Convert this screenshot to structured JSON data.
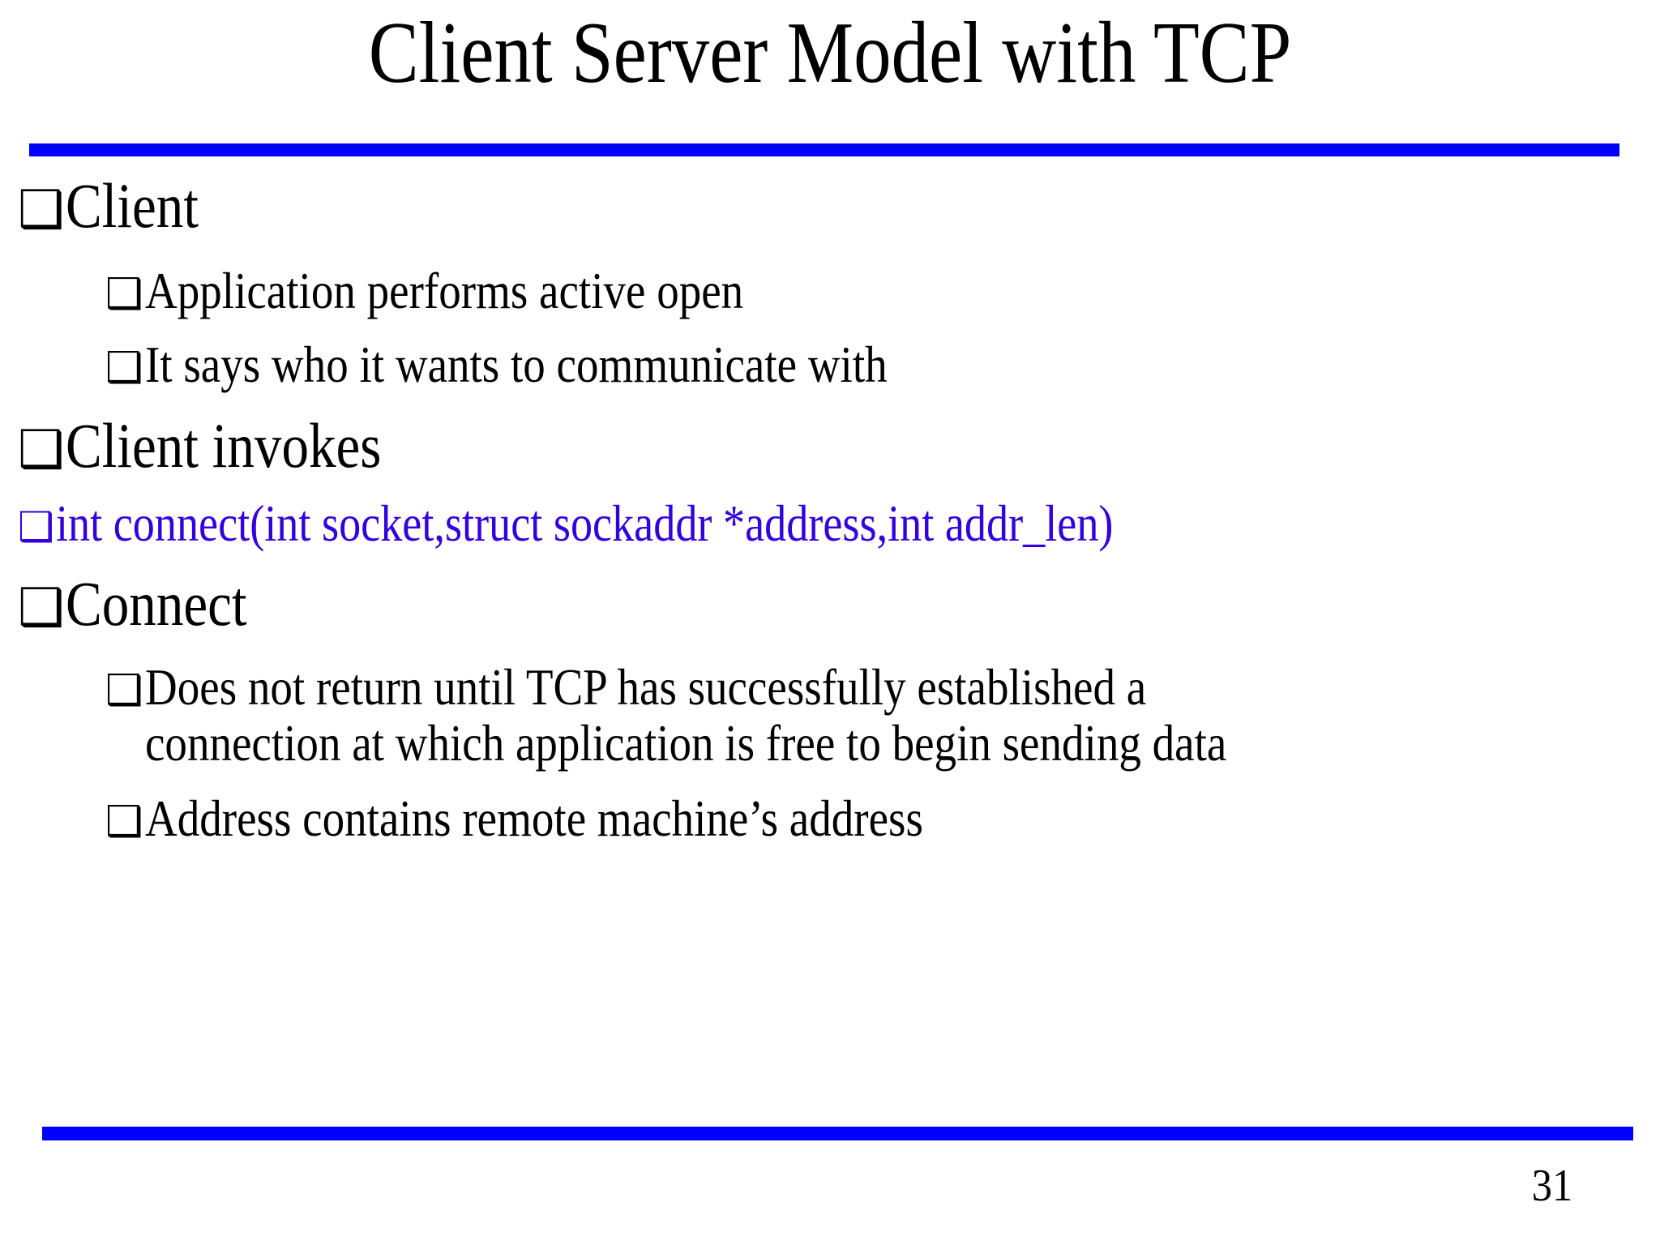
{
  "slide": {
    "title": "Client Server Model with TCP",
    "page_number": "31",
    "bullet_glyph": "❑",
    "accent_rule_color": "#0000FF",
    "code_text_color": "#3300E0",
    "body_text_color": "#000000",
    "background_color": "#FFFFFF"
  },
  "content": [
    {
      "level": 1,
      "text": "Client",
      "color": "#000000"
    },
    {
      "level": 2,
      "text": "Application performs active open",
      "color": "#000000"
    },
    {
      "level": 2,
      "text": "It says who it wants to communicate with",
      "color": "#000000"
    },
    {
      "level": 1,
      "text": "Client invokes",
      "color": "#000000"
    },
    {
      "level": 1,
      "text": "int connect(int socket,struct sockaddr *address,int addr_len)",
      "color": "#3300E0"
    },
    {
      "level": 1,
      "text": "Connect",
      "color": "#000000"
    },
    {
      "level": 2,
      "text": "Does not return until TCP has successfully established a connection at which application is free to begin sending data",
      "color": "#000000"
    },
    {
      "level": 2,
      "text": "Address contains remote machine’s address",
      "color": "#000000"
    }
  ]
}
